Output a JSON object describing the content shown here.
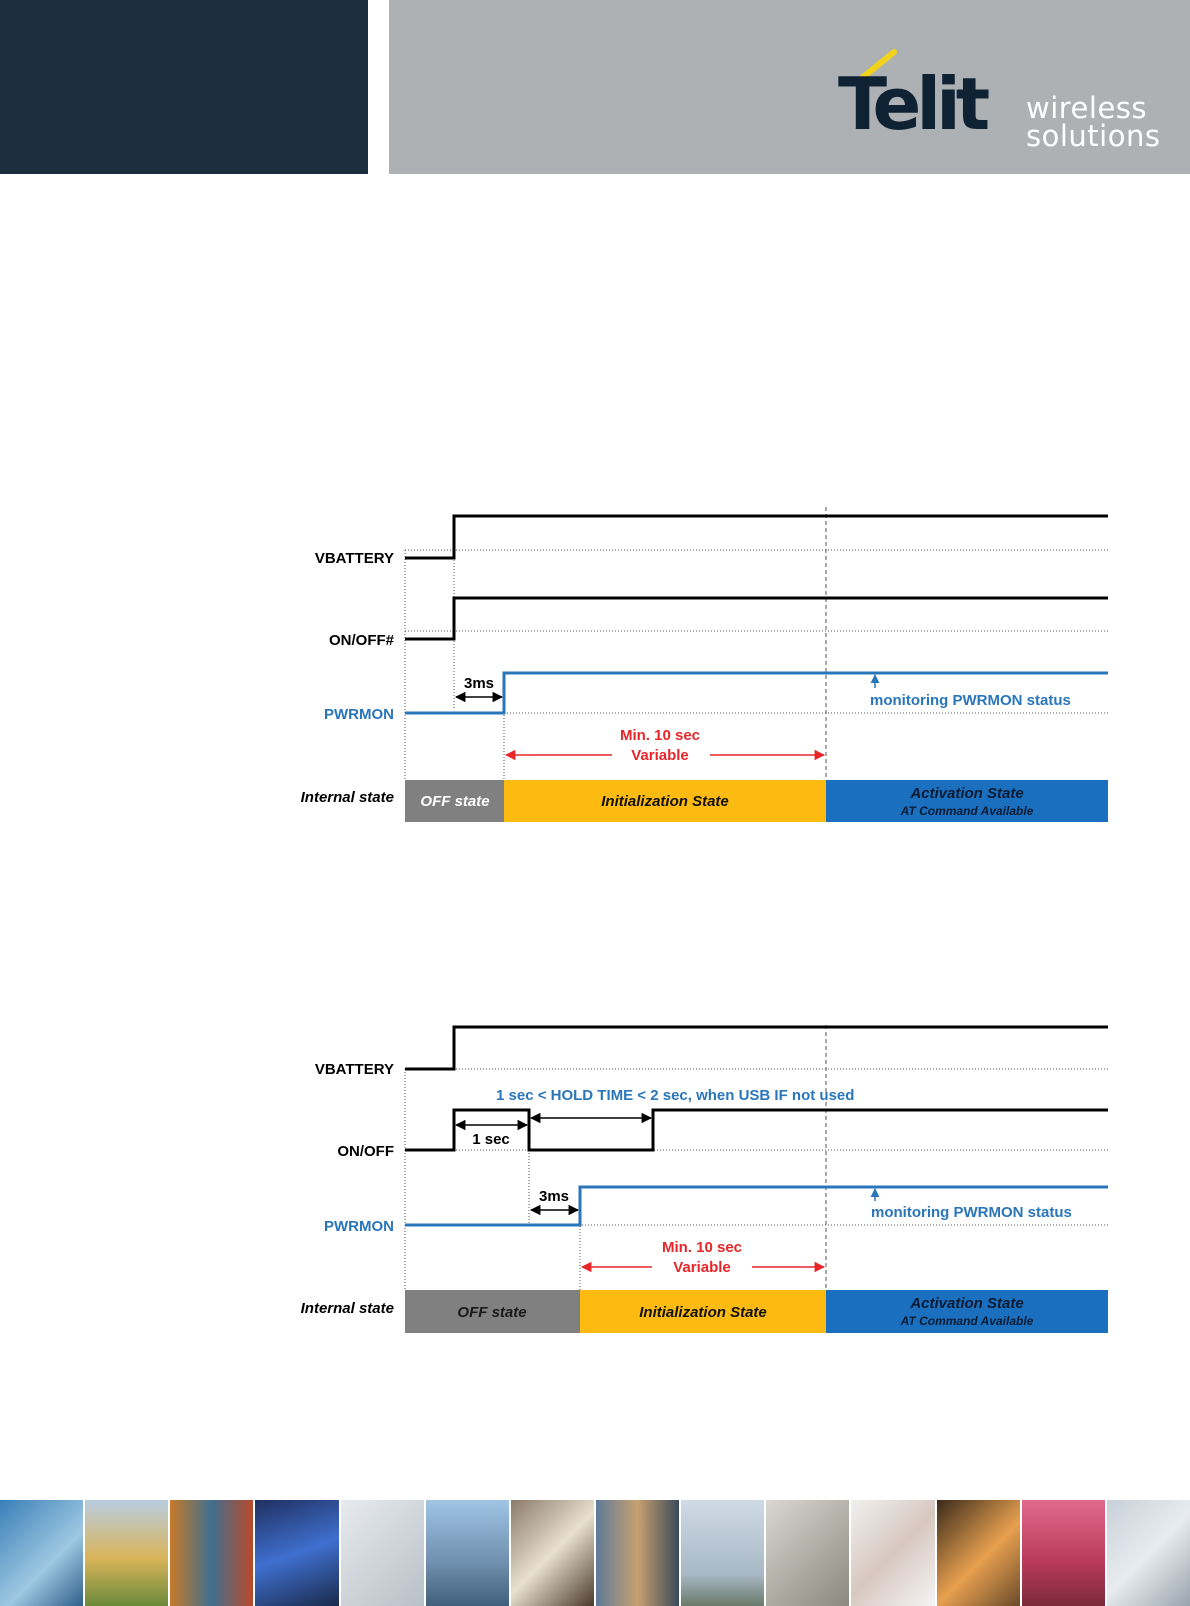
{
  "header": {
    "logo_text": "Telit",
    "logo_sub_line1": "wireless",
    "logo_sub_line2": "solutions"
  },
  "diagrams": [
    {
      "signals": {
        "vbattery": "VBATTERY",
        "onoff": "ON/OFF#",
        "pwrmon": "PWRMON",
        "internal_state": "Internal state"
      },
      "annotations": {
        "delay": "3ms",
        "monitoring": "monitoring PWRMON status",
        "min_line1": "Min. 10 sec",
        "min_line2": "Variable"
      },
      "states": {
        "off": "OFF state",
        "init": "Initialization State",
        "active": "Activation State",
        "active_sub": "AT Command Available"
      }
    },
    {
      "signals": {
        "vbattery": "VBATTERY",
        "onoff": "ON/OFF",
        "pwrmon": "PWRMON",
        "internal_state": "Internal state"
      },
      "annotations": {
        "hold_time": "1 sec < HOLD TIME < 2 sec, when USB IF not used",
        "one_sec": "1 sec",
        "delay": "3ms",
        "monitoring": "monitoring PWRMON status",
        "min_line1": "Min.  10 sec",
        "min_line2": "Variable"
      },
      "states": {
        "off": "OFF state",
        "init": "Initialization State",
        "active": "Activation State",
        "active_sub": "AT Command Available"
      }
    }
  ],
  "colors": {
    "header_dark": "#1c2d3d",
    "header_gray": "#adb1b4",
    "off_state": "#808080",
    "init_state": "#fdbb12",
    "active_state": "#1a6fbf",
    "pwrmon_blue": "#2a76bb",
    "min_red": "#e8262a"
  }
}
